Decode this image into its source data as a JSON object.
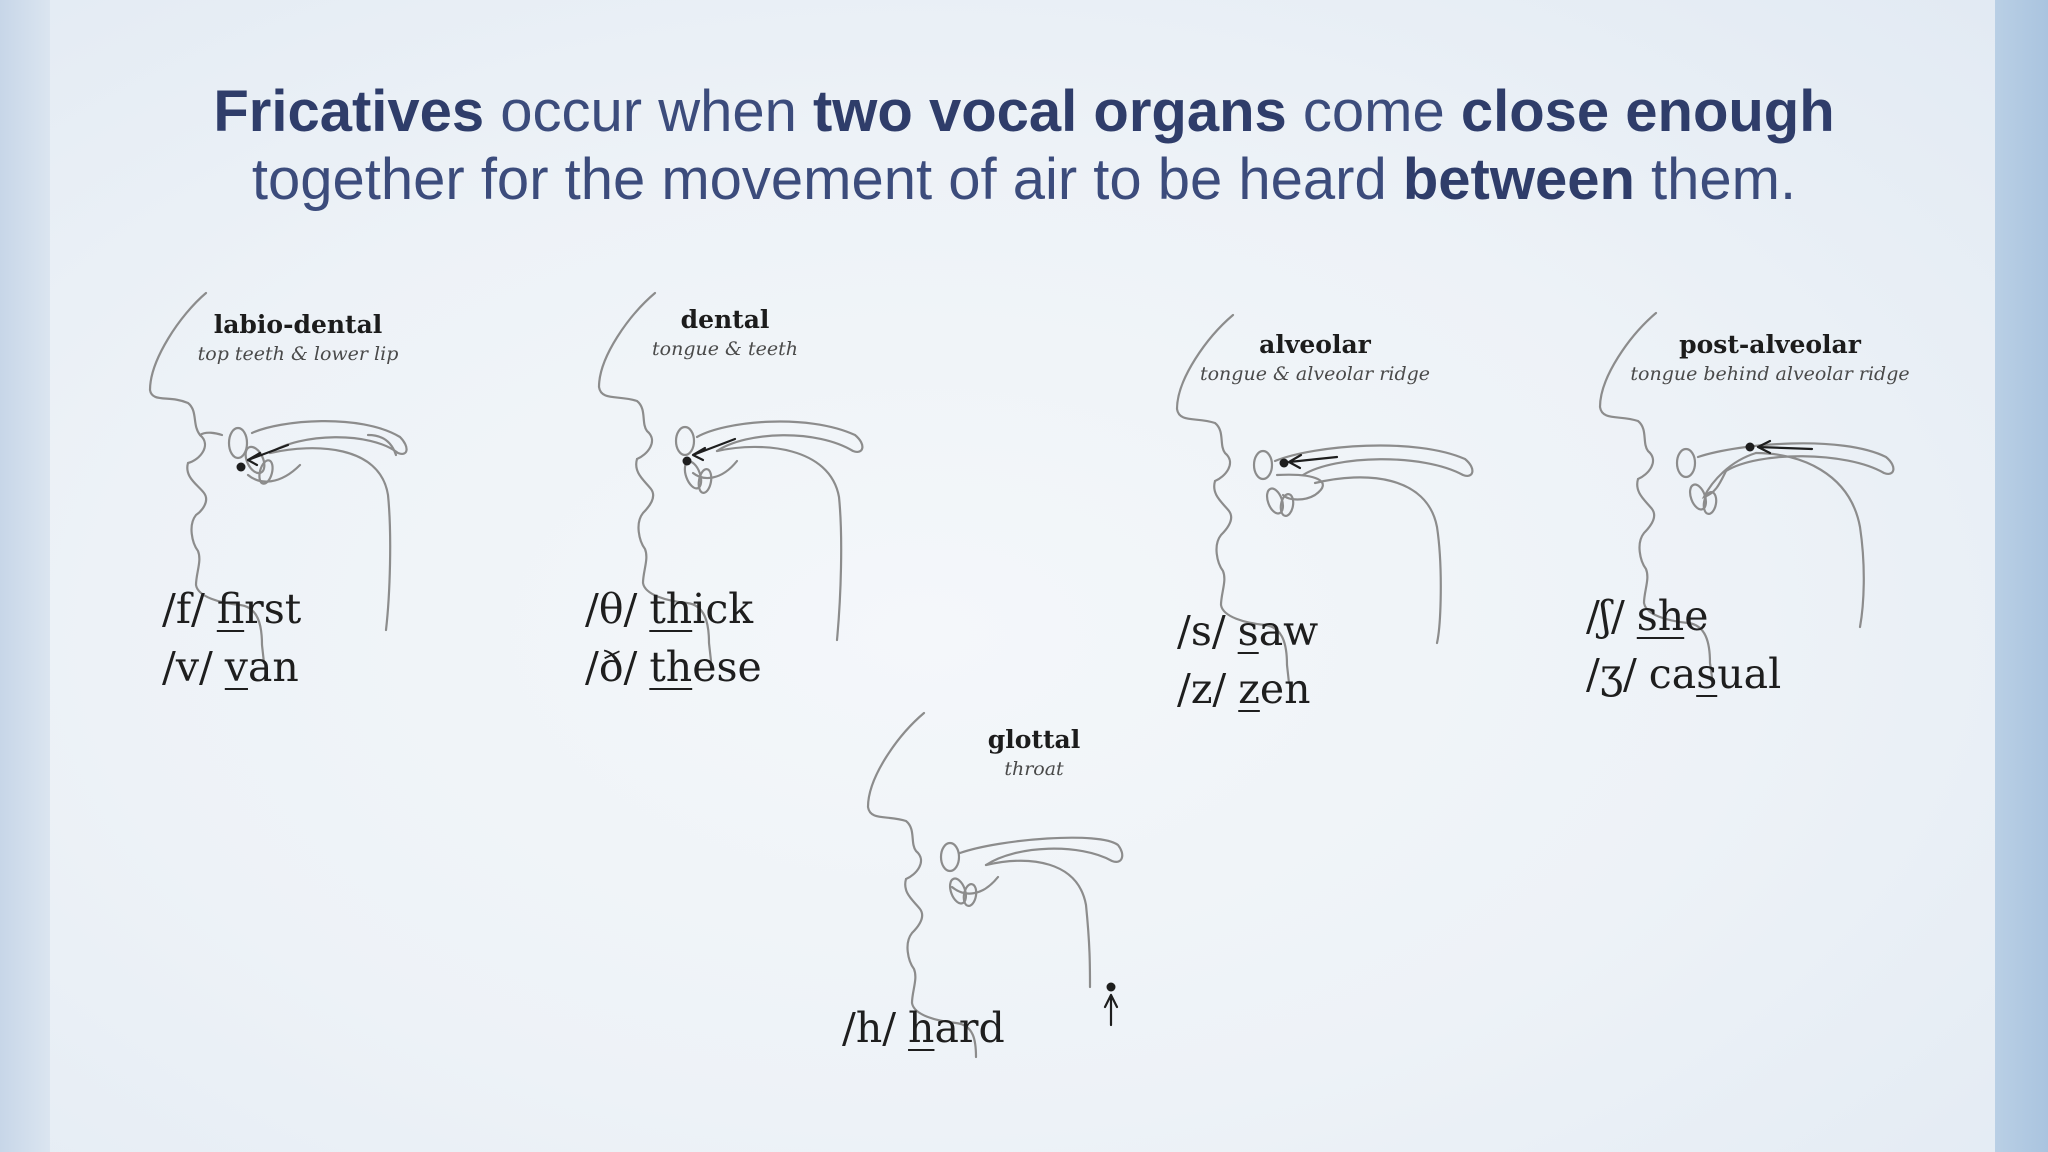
{
  "headline": {
    "line1": [
      {
        "text": "Fricatives",
        "bold": true
      },
      {
        "text": " occur when ",
        "bold": false
      },
      {
        "text": "two vocal organs",
        "bold": true
      },
      {
        "text": " come ",
        "bold": false
      },
      {
        "text": "close enough",
        "bold": true
      }
    ],
    "line2": [
      {
        "text": "together for the movement of air to be heard ",
        "bold": false
      },
      {
        "text": "between",
        "bold": true
      },
      {
        "text": " them.",
        "bold": false
      }
    ]
  },
  "diagrams": [
    {
      "id": "labio-dental",
      "title": "labio-dental",
      "subtitle": "top teeth & lower lip",
      "examples": [
        {
          "symbol": "/f/",
          "word": "first",
          "underline": "f",
          "rest": "irst"
        },
        {
          "symbol": "/v/",
          "word": "van",
          "underline": "v",
          "rest": "an"
        }
      ]
    },
    {
      "id": "dental",
      "title": "dental",
      "subtitle": "tongue & teeth",
      "examples": [
        {
          "symbol": "/θ/",
          "word": "thick",
          "underline": "th",
          "rest": "ick"
        },
        {
          "symbol": "/ð/",
          "word": "these",
          "underline": "th",
          "rest": "ese"
        }
      ]
    },
    {
      "id": "alveolar",
      "title": "alveolar",
      "subtitle": "tongue & alveolar ridge",
      "examples": [
        {
          "symbol": "/s/",
          "word": "saw",
          "underline": "s",
          "rest": "aw"
        },
        {
          "symbol": "/z/",
          "word": "zen",
          "underline": "z",
          "rest": "en"
        }
      ]
    },
    {
      "id": "post-alveolar",
      "title": "post-alveolar",
      "subtitle": "tongue behind alveolar ridge",
      "examples": [
        {
          "symbol": "/ʃ/",
          "word": "she",
          "underline": "sh",
          "rest": "e"
        },
        {
          "symbol": "/ʒ/",
          "word": "casual",
          "pre": "ca",
          "underline": "s",
          "rest": "ual"
        }
      ]
    },
    {
      "id": "glottal",
      "title": "glottal",
      "subtitle": "throat",
      "examples": [
        {
          "symbol": "/h/",
          "word": "hard",
          "underline": "h",
          "rest": "ard"
        }
      ]
    }
  ],
  "colors": {
    "headline_text": "#3c4c7c",
    "headline_bold": "#2f3d6a",
    "outline_stroke": "#8c8c8c",
    "ink": "#1e1e1e"
  }
}
